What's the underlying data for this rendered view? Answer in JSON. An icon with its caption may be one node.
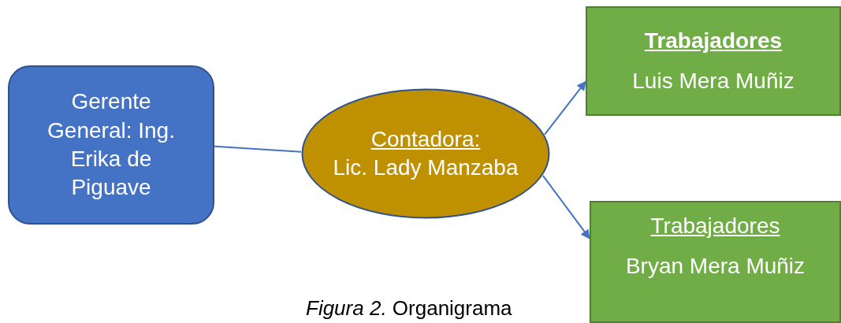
{
  "diagram": {
    "caption": "*Figura 2.* Organigrama",
    "nodes": [
      {
        "text": [
          "Gerente General: Ing. Erika de Piguave"
        ]
      },
      {
        "text": [
          "Contadora:",
          "Lic. Lady Manzaba"
        ]
      },
      {
        "text": [
          "Trabajadores",
          "Luis Mera Muñiz"
        ]
      },
      {
        "text": [
          "Trabajadores",
          "Bryan Mera Muñiz"
        ]
      }
    ],
    "edges": [
      {
        "from": 0,
        "to": 1,
        "arrow": "none"
      },
      {
        "from": 1,
        "to": 2,
        "arrow": "to"
      },
      {
        "from": 1,
        "to": 3,
        "arrow": "to"
      }
    ]
  }
}
